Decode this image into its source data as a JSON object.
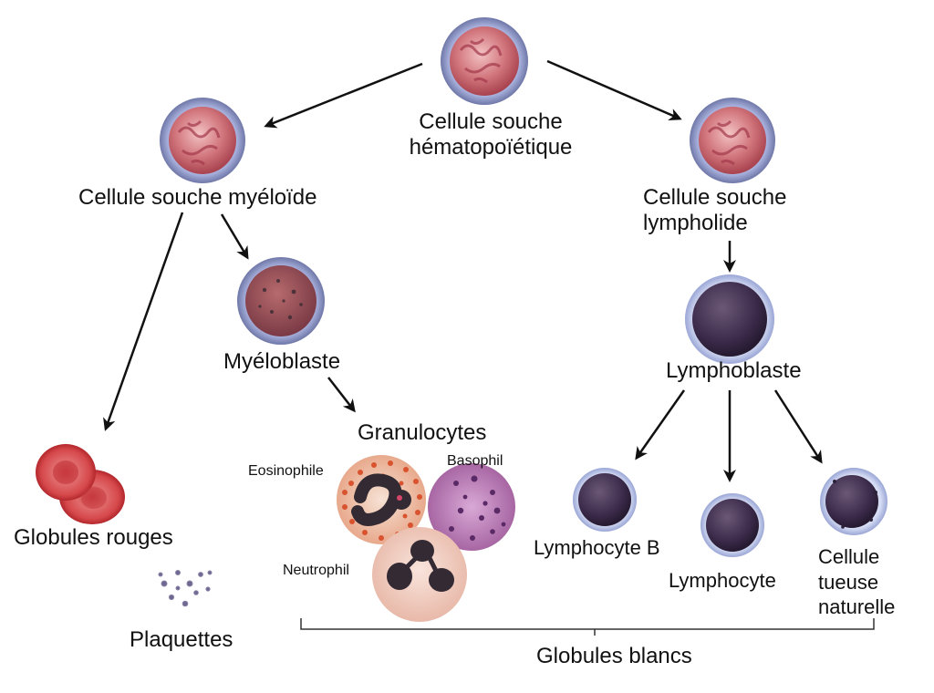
{
  "labels": {
    "hsc_line1": "Cellule souche",
    "hsc_line2": "hématopoïétique",
    "myeloid_stem": "Cellule souche myéloïde",
    "lymphoid_line1": "Cellule souche",
    "lymphoid_line2": "lympholide",
    "myeloblast": "Myéloblaste",
    "lymphoblast": "Lymphoblaste",
    "granulocytes": "Granulocytes",
    "eosinophil": "Eosinophile",
    "basophil": "Basophil",
    "neutrophil": "Neutrophil",
    "red_cells": "Globules rouges",
    "platelets": "Plaquettes",
    "lymphocyte_b": "Lymphocyte B",
    "lymphocyte": "Lymphocyte",
    "nk_line1": "Cellule",
    "nk_line2": "tueuse",
    "nk_line3": "naturelle",
    "white_cells": "Globules blancs"
  },
  "colors": {
    "stem_fill": "#c9555f",
    "stem_ring": "#8f98c9",
    "lymph_fill": "#3b2a4a",
    "lymph_ring": "#b9c3e6",
    "rbc": "#d8474a",
    "eos_fill": "#f4d7c4",
    "eos_granule": "#d9532f",
    "baso_fill": "#b86fb3",
    "neut_fill": "#f2cdc2",
    "nucleus": "#332a33"
  }
}
